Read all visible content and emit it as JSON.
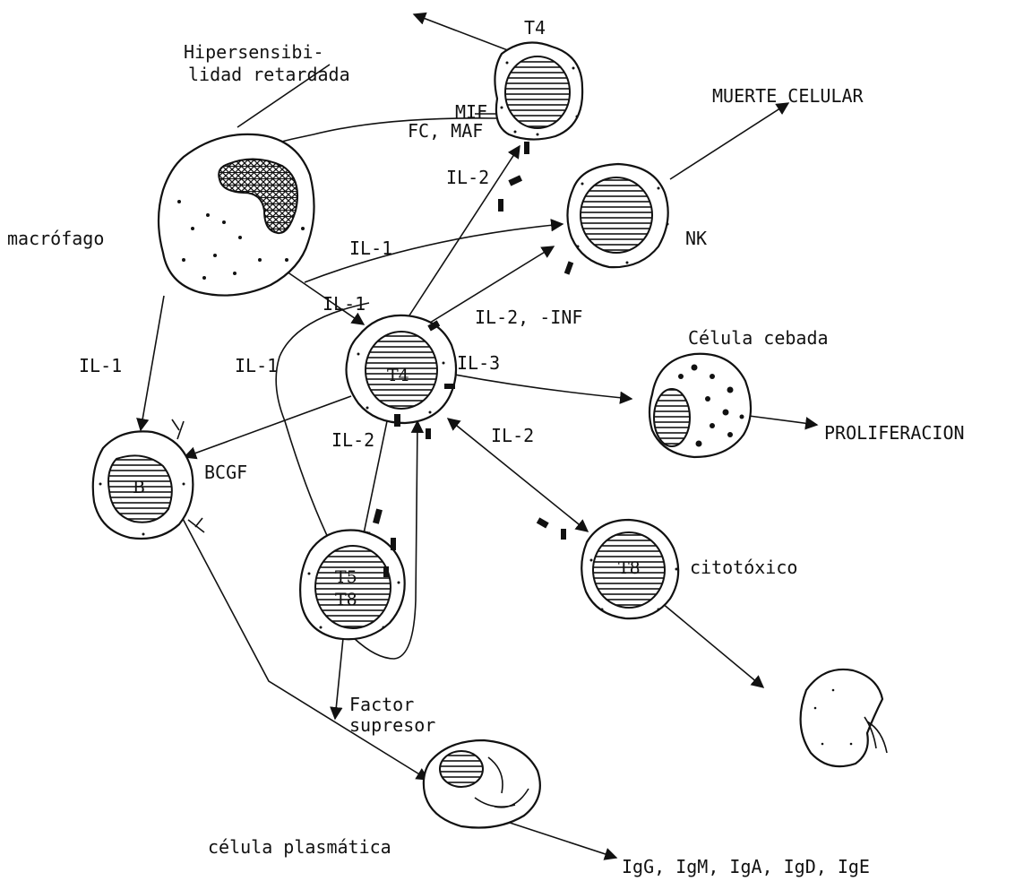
{
  "labels": {
    "t4_top": "T4",
    "hipersensibilidad_1": "Hipersensibi-",
    "hipersensibilidad_2": "lidad retardada",
    "mif": "MIF",
    "fc_maf": "FC, MAF",
    "muerte_celular": "MUERTE  CELULAR",
    "il2_top": "IL-2",
    "macrofago": "macrófago",
    "il1_nk": "IL-1",
    "nk": "NK",
    "il1_center": "IL-1",
    "il2_inf": "IL-2,  -INF",
    "celula_cebada": "Célula cebada",
    "il1_left": "IL-1",
    "il1_mid": "IL-1",
    "t4_center": "T4",
    "il3": "IL-3",
    "proliferacion": "PROLIFERACION",
    "il2_lower": "IL-2",
    "il2_right": "IL-2",
    "b_cell": "B",
    "bcgf": "BCGF",
    "t8_cyto": "T8",
    "citotoxico": "citotóxico",
    "t5": "T5",
    "t8_supp": "T8",
    "factor_1": "Factor",
    "factor_2": "supresor",
    "celula_plasmatica": "célula plasmática",
    "immunoglobulins": "IgG, IgM, IgA, IgD, IgE"
  }
}
